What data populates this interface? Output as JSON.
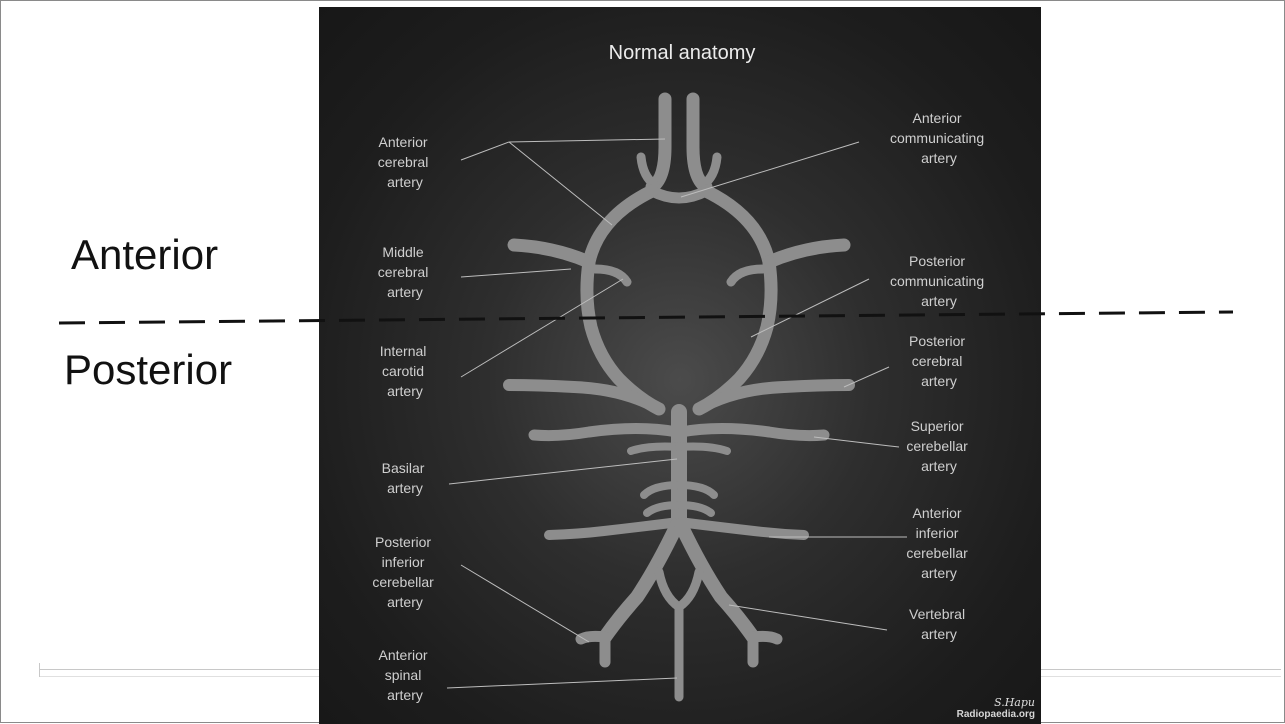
{
  "slide": {
    "label_top": "Anterior",
    "label_bottom": "Posterior"
  },
  "figure": {
    "title": "Normal anatomy",
    "labels": {
      "aca": [
        "Anterior",
        "cerebral",
        "artery"
      ],
      "mca": [
        "Middle",
        "cerebral",
        "artery"
      ],
      "ica": [
        "Internal",
        "carotid",
        "artery"
      ],
      "basilar": [
        "Basilar",
        "artery"
      ],
      "pica": [
        "Posterior",
        "inferior",
        "cerebellar",
        "artery"
      ],
      "asa": [
        "Anterior",
        "spinal",
        "artery"
      ],
      "acom": [
        "Anterior",
        "communicating",
        "artery"
      ],
      "pcom": [
        "Posterior",
        "communicating",
        "artery"
      ],
      "pca": [
        "Posterior",
        "cerebral",
        "artery"
      ],
      "sca": [
        "Superior",
        "cerebellar",
        "artery"
      ],
      "aica": [
        "Anterior",
        "inferior",
        "cerebellar",
        "artery"
      ],
      "vertebral": [
        "Vertebral",
        "artery"
      ]
    },
    "signature": "S.Hapu",
    "credit": "Radiopaedia.org",
    "colors": {
      "vessel": "#8d8d8d",
      "label_text": "#cfcfcf",
      "leader_line": "#bdbdbd",
      "title_text": "#ececec"
    }
  }
}
